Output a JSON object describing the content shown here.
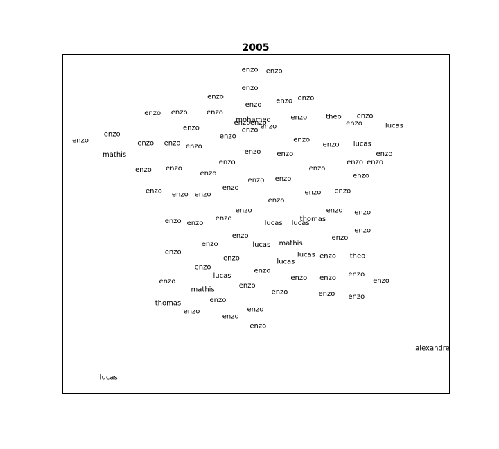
{
  "chart_data": {
    "type": "scatter",
    "title": "2005",
    "xlabel": "",
    "ylabel": "",
    "axes_visible": false,
    "grid": false,
    "xlim": [
      0,
      100
    ],
    "ylim": [
      0,
      100
    ],
    "points": [
      {
        "label": "enzo",
        "x": 48.4,
        "y": 95.5
      },
      {
        "label": "enzo",
        "x": 54.7,
        "y": 95.1
      },
      {
        "label": "enzo",
        "x": 48.4,
        "y": 90.1
      },
      {
        "label": "enzo",
        "x": 39.5,
        "y": 87.5
      },
      {
        "label": "enzo",
        "x": 49.3,
        "y": 85.1
      },
      {
        "label": "enzo",
        "x": 57.3,
        "y": 86.3
      },
      {
        "label": "enzo",
        "x": 62.9,
        "y": 87.1
      },
      {
        "label": "enzo",
        "x": 23.2,
        "y": 82.7
      },
      {
        "label": "enzo",
        "x": 30.1,
        "y": 82.9
      },
      {
        "label": "enzo",
        "x": 39.3,
        "y": 82.9
      },
      {
        "label": "mohamed",
        "x": 49.3,
        "y": 80.6
      },
      {
        "label": "enzo",
        "x": 46.4,
        "y": 79.8
      },
      {
        "label": "enzo",
        "x": 50.6,
        "y": 79.8
      },
      {
        "label": "enzo",
        "x": 48.4,
        "y": 77.7
      },
      {
        "label": "enzo",
        "x": 53.2,
        "y": 78.7
      },
      {
        "label": "enzo",
        "x": 61.1,
        "y": 81.4
      },
      {
        "label": "theo",
        "x": 70.1,
        "y": 81.6
      },
      {
        "label": "enzo",
        "x": 78.2,
        "y": 81.8
      },
      {
        "label": "enzo",
        "x": 75.4,
        "y": 79.6
      },
      {
        "label": "lucas",
        "x": 85.8,
        "y": 78.9
      },
      {
        "label": "enzo",
        "x": 4.5,
        "y": 74.6
      },
      {
        "label": "enzo",
        "x": 12.7,
        "y": 76.4
      },
      {
        "label": "enzo",
        "x": 33.2,
        "y": 78.3
      },
      {
        "label": "enzo",
        "x": 42.7,
        "y": 75.8
      },
      {
        "label": "enzo",
        "x": 21.4,
        "y": 73.8
      },
      {
        "label": "enzo",
        "x": 28.3,
        "y": 73.8
      },
      {
        "label": "enzo",
        "x": 33.9,
        "y": 72.8
      },
      {
        "label": "enzo",
        "x": 61.8,
        "y": 74.8
      },
      {
        "label": "enzo",
        "x": 69.4,
        "y": 73.4
      },
      {
        "label": "lucas",
        "x": 77.5,
        "y": 73.6
      },
      {
        "label": "mathis",
        "x": 13.3,
        "y": 70.4
      },
      {
        "label": "enzo",
        "x": 49.1,
        "y": 71.2
      },
      {
        "label": "enzo",
        "x": 57.5,
        "y": 70.6
      },
      {
        "label": "enzo",
        "x": 83.2,
        "y": 70.6
      },
      {
        "label": "enzo",
        "x": 42.5,
        "y": 68.1
      },
      {
        "label": "enzo",
        "x": 75.6,
        "y": 68.1
      },
      {
        "label": "enzo",
        "x": 80.8,
        "y": 68.1
      },
      {
        "label": "enzo",
        "x": 20.8,
        "y": 65.9
      },
      {
        "label": "enzo",
        "x": 28.7,
        "y": 66.3
      },
      {
        "label": "enzo",
        "x": 37.6,
        "y": 64.9
      },
      {
        "label": "enzo",
        "x": 65.8,
        "y": 66.3
      },
      {
        "label": "enzo",
        "x": 50.0,
        "y": 62.8
      },
      {
        "label": "enzo",
        "x": 57.0,
        "y": 63.2
      },
      {
        "label": "enzo",
        "x": 77.2,
        "y": 64.1
      },
      {
        "label": "enzo",
        "x": 23.5,
        "y": 59.6
      },
      {
        "label": "enzo",
        "x": 30.3,
        "y": 58.6
      },
      {
        "label": "enzo",
        "x": 36.2,
        "y": 58.6
      },
      {
        "label": "enzo",
        "x": 43.4,
        "y": 60.6
      },
      {
        "label": "enzo",
        "x": 64.7,
        "y": 59.2
      },
      {
        "label": "enzo",
        "x": 72.4,
        "y": 59.6
      },
      {
        "label": "enzo",
        "x": 55.2,
        "y": 56.9
      },
      {
        "label": "enzo",
        "x": 46.8,
        "y": 53.9
      },
      {
        "label": "enzo",
        "x": 70.3,
        "y": 53.9
      },
      {
        "label": "enzo",
        "x": 77.6,
        "y": 53.3
      },
      {
        "label": "enzo",
        "x": 28.5,
        "y": 50.7
      },
      {
        "label": "enzo",
        "x": 34.2,
        "y": 50.1
      },
      {
        "label": "enzo",
        "x": 41.6,
        "y": 51.5
      },
      {
        "label": "lucas",
        "x": 54.5,
        "y": 50.1
      },
      {
        "label": "lucas",
        "x": 61.5,
        "y": 50.1
      },
      {
        "label": "thomas",
        "x": 64.7,
        "y": 51.3
      },
      {
        "label": "enzo",
        "x": 77.6,
        "y": 47.9
      },
      {
        "label": "enzo",
        "x": 45.9,
        "y": 46.4
      },
      {
        "label": "enzo",
        "x": 71.7,
        "y": 45.8
      },
      {
        "label": "enzo",
        "x": 38.0,
        "y": 44.0
      },
      {
        "label": "lucas",
        "x": 51.4,
        "y": 43.8
      },
      {
        "label": "mathis",
        "x": 59.0,
        "y": 44.2
      },
      {
        "label": "enzo",
        "x": 28.5,
        "y": 41.6
      },
      {
        "label": "lucas",
        "x": 63.0,
        "y": 40.8
      },
      {
        "label": "enzo",
        "x": 68.6,
        "y": 40.4
      },
      {
        "label": "theo",
        "x": 76.3,
        "y": 40.4
      },
      {
        "label": "enzo",
        "x": 43.6,
        "y": 39.8
      },
      {
        "label": "lucas",
        "x": 57.7,
        "y": 38.7
      },
      {
        "label": "enzo",
        "x": 36.2,
        "y": 37.1
      },
      {
        "label": "enzo",
        "x": 51.6,
        "y": 36.1
      },
      {
        "label": "lucas",
        "x": 41.2,
        "y": 34.5
      },
      {
        "label": "enzo",
        "x": 61.1,
        "y": 33.9
      },
      {
        "label": "enzo",
        "x": 68.6,
        "y": 33.9
      },
      {
        "label": "enzo",
        "x": 76.0,
        "y": 34.9
      },
      {
        "label": "enzo",
        "x": 82.4,
        "y": 33.1
      },
      {
        "label": "enzo",
        "x": 27.0,
        "y": 32.9
      },
      {
        "label": "mathis",
        "x": 36.2,
        "y": 30.5
      },
      {
        "label": "enzo",
        "x": 47.7,
        "y": 31.7
      },
      {
        "label": "enzo",
        "x": 56.1,
        "y": 29.7
      },
      {
        "label": "enzo",
        "x": 68.3,
        "y": 29.2
      },
      {
        "label": "enzo",
        "x": 76.0,
        "y": 28.4
      },
      {
        "label": "thomas",
        "x": 27.2,
        "y": 26.4
      },
      {
        "label": "enzo",
        "x": 40.1,
        "y": 27.4
      },
      {
        "label": "enzo",
        "x": 33.3,
        "y": 24.0
      },
      {
        "label": "enzo",
        "x": 49.8,
        "y": 24.6
      },
      {
        "label": "enzo",
        "x": 43.4,
        "y": 22.5
      },
      {
        "label": "enzo",
        "x": 50.5,
        "y": 19.7
      },
      {
        "label": "alexandre",
        "x": 95.7,
        "y": 13.1
      },
      {
        "label": "lucas",
        "x": 11.8,
        "y": 4.5
      }
    ]
  }
}
